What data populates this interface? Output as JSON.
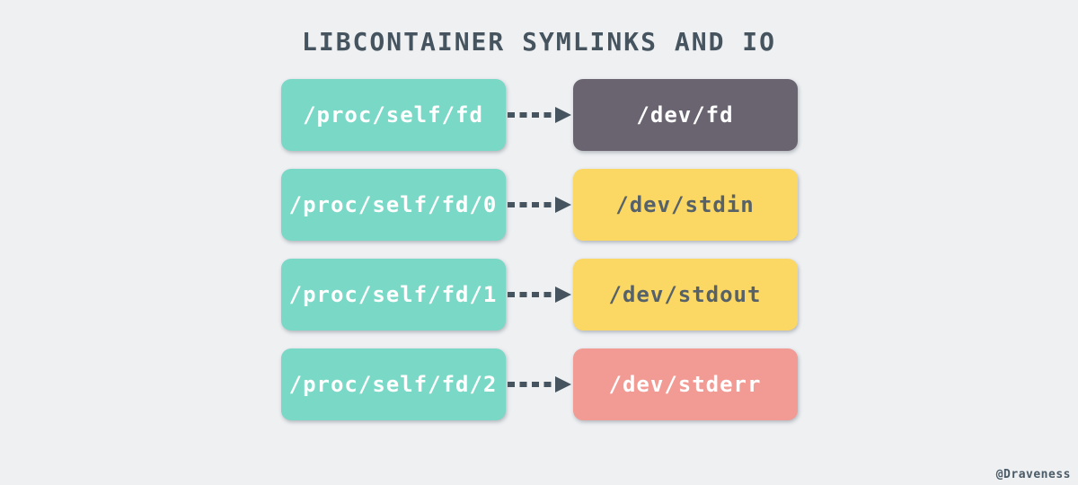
{
  "title": "LIBCONTAINER SYMLINKS AND IO",
  "watermark": "@Draveness",
  "colors": {
    "background": "#eef0f2",
    "source_box": "#79d8c6",
    "target_dark": "#6a6470",
    "target_yellow": "#fbd763",
    "target_salmon": "#f29a94",
    "arrow": "#46545f",
    "title_text": "#46545f",
    "light_text": "#ffffff",
    "dark_text": "#566169"
  },
  "rows": [
    {
      "source": "/proc/self/fd",
      "target": "/dev/fd"
    },
    {
      "source": "/proc/self/fd/0",
      "target": "/dev/stdin"
    },
    {
      "source": "/proc/self/fd/1",
      "target": "/dev/stdout"
    },
    {
      "source": "/proc/self/fd/2",
      "target": "/dev/stderr"
    }
  ]
}
